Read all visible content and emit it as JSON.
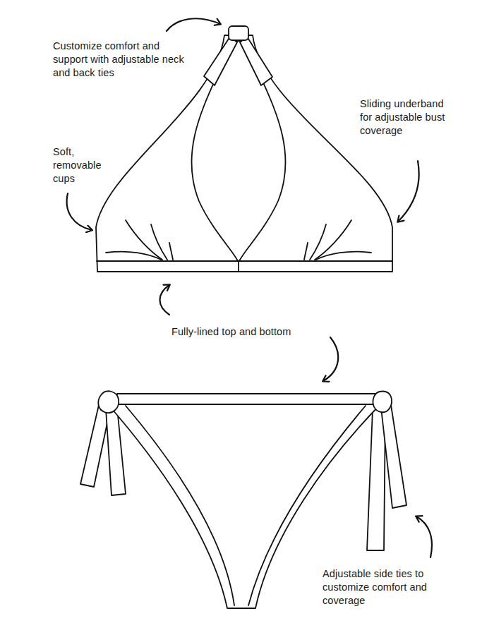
{
  "diagram": {
    "labels": [
      "Customize comfort and support with adjustable neck and back ties",
      "Sliding underband for adjustable bust coverage",
      "Soft, removable cups",
      "Fully-lined top and bottom",
      "Adjustable side ties to customize comfort and coverage"
    ]
  }
}
